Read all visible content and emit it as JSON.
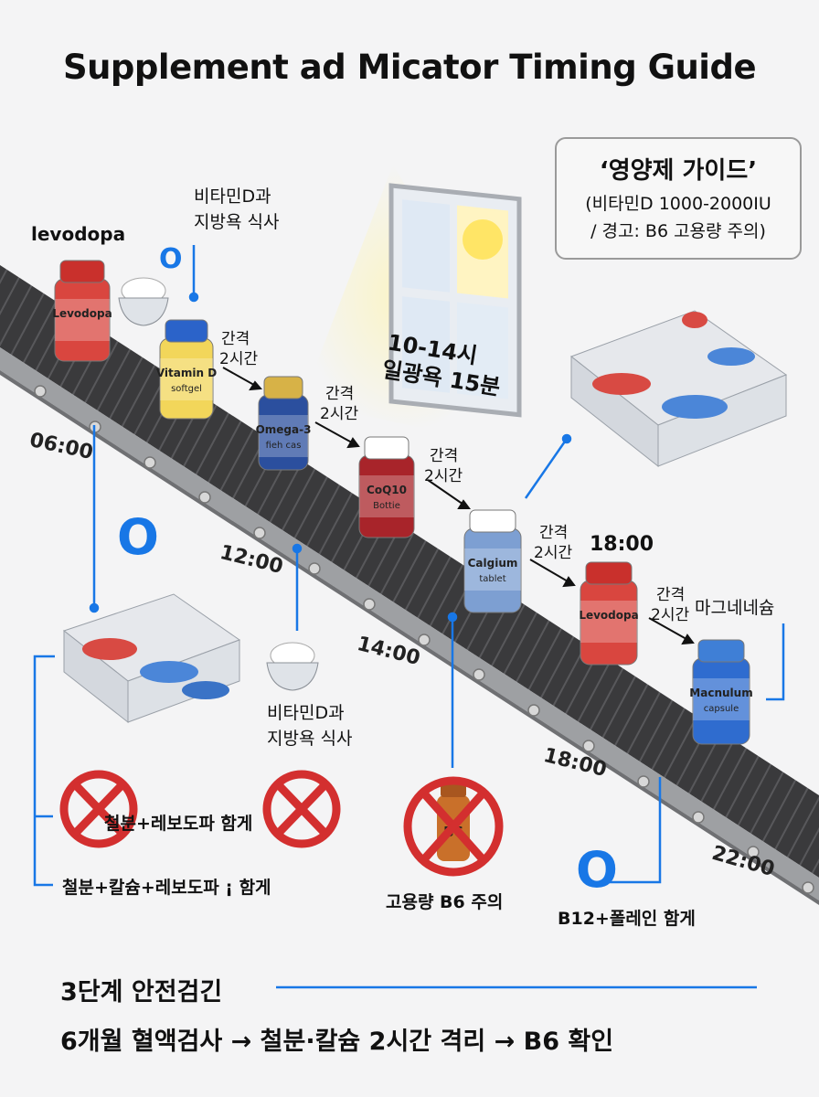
{
  "title": "Supplement ad Micator Timing Guide",
  "guide": {
    "title": "‘영양제 가이드’",
    "line1": "(비타민D 1000-2000IU",
    "line2": "/ 경고: B6 고용량 주의)"
  },
  "labels": {
    "levodopa_top": "levodopa",
    "vitd_meal_l1": "비타민D과",
    "vitd_meal_l2": "지방욕 식사",
    "sun_l1": "10-14시",
    "sun_l2": "일광욕 15분",
    "magnesium": "마그네네슘",
    "vitd_meal2_l1": "비타민D과",
    "vitd_meal2_l2": "지방욕 식사",
    "iron_levodopa": "철분+레보도파  함게",
    "iron_calcium_levodopa": "철분+칼슘+레보도파 ¡ 함게",
    "b6_warning": "고용량 B6 주의",
    "b12_folate": "B12+폴레인 함게",
    "ok_mark": "O"
  },
  "intervals": [
    {
      "l1": "간격",
      "l2": "2시간"
    },
    {
      "l1": "간격",
      "l2": "2시간"
    },
    {
      "l1": "간격",
      "l2": "2시간"
    },
    {
      "l1": "간격",
      "l2": "2시간"
    },
    {
      "l1": "간격",
      "l2": "2시간"
    }
  ],
  "times": [
    "06:00",
    "12:00",
    "14:00",
    "18:00",
    "18:00",
    "22:00"
  ],
  "bottles": [
    {
      "label": "Levodopa",
      "cap": "#c9302c",
      "body": "#d9463f"
    },
    {
      "label": "Vitamin D",
      "sub": "softgel",
      "cap": "#2b63c9",
      "body": "#f2d65a"
    },
    {
      "label": "Omega-3",
      "sub": "fieh cas",
      "cap": "#d7b247",
      "body": "#2b4f9e"
    },
    {
      "label": "CoQ10",
      "sub": "Bottie",
      "cap": "#ffffff",
      "body": "#a8242a"
    },
    {
      "label": "Calgium",
      "sub": "tablet",
      "cap": "#ffffff",
      "body": "#7d9fd2"
    },
    {
      "label": "Levodopa",
      "cap": "#c9302c",
      "body": "#d9463f"
    },
    {
      "label": "Macnulum",
      "sub": "capsule",
      "cap": "#3f7fd6",
      "body": "#2f6ccf"
    }
  ],
  "b6_bottle_label": "B6",
  "bottom": {
    "line1": "3단계 안전검긴",
    "line2": "6개월 혈액검사 → 철분·칼슘 2시간 격리 → B6 확인"
  },
  "colors": {
    "accent": "#1877e6",
    "warning": "#d32f2f",
    "belt": "#3b3b3d"
  }
}
